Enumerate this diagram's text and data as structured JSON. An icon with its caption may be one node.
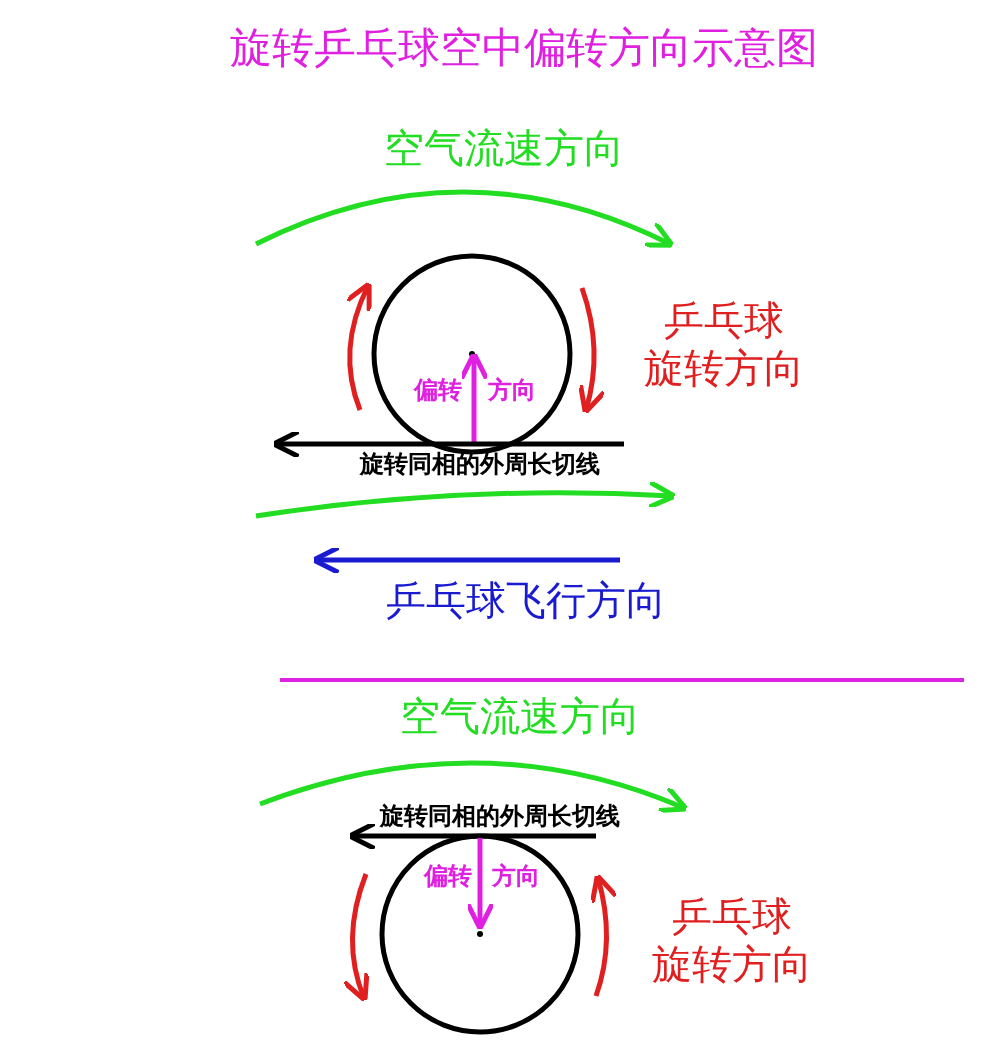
{
  "diagram": {
    "title": "旋转乒乓球空中偏转方向示意图",
    "labels": [
      "空气流速方向",
      "乒乓球",
      "旋转方向",
      "偏转",
      "方向",
      "旋转同相的外周长切线",
      "乒乓球飞行方向",
      "空气流速方向",
      "旋转同相的外周长切线",
      "偏转",
      "方向",
      "乒乓球",
      "旋转方向"
    ]
  }
}
